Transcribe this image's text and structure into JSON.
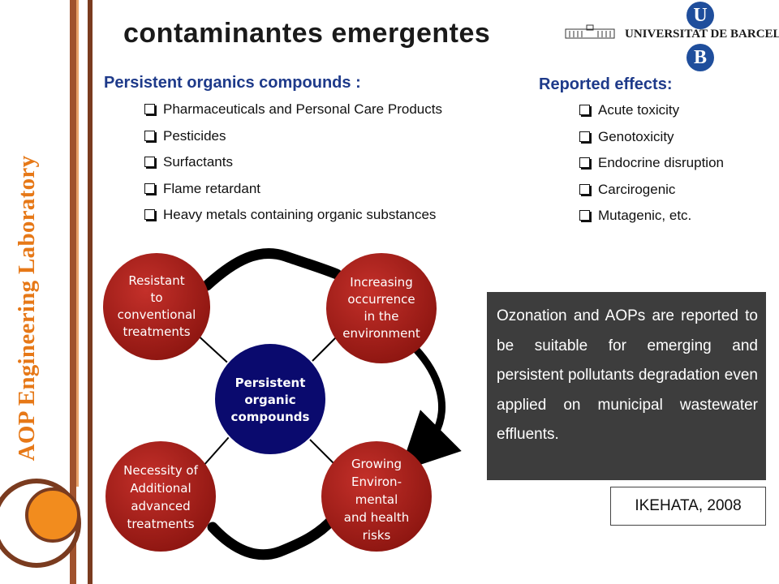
{
  "slide": {
    "title": "contaminantes emergentes",
    "side_title": "AOP Engineering Laboratory"
  },
  "logo": {
    "letter_top": "U",
    "letter_bottom": "B",
    "name": "UNIVERSITAT DE BARCELONA"
  },
  "left_section": {
    "heading": "Persistent organics compounds :",
    "items": [
      "Pharmaceuticals and Personal Care Products",
      "Pesticides",
      "Surfactants",
      "Flame retardant",
      "Heavy metals containing organic substances"
    ]
  },
  "right_section": {
    "heading": "Reported effects:",
    "items": [
      "Acute toxicity",
      "Genotoxicity",
      "Endocrine disruption",
      "Carcirogenic",
      "Mutagenic, etc."
    ]
  },
  "diagram": {
    "center": [
      "Persistent",
      "organic",
      "compounds"
    ],
    "top_left": [
      "Resistant",
      "to",
      "conventional",
      "treatments"
    ],
    "top_right": [
      "Increasing",
      "occurrence",
      "in the",
      "environment"
    ],
    "bottom_left": [
      "Necessity of",
      "Additional",
      "advanced",
      "treatments"
    ],
    "bottom_right": [
      "Growing",
      "Environ-",
      "mental",
      "and health",
      "risks"
    ]
  },
  "textbox": {
    "text": "Ozonation and AOPs are reported to be suitable for emerging and persistent pollutants degradation even applied on municipal wastewater effluents."
  },
  "citation": "IKEHATA, 2008",
  "colors": {
    "accent_orange": "#e67817",
    "heading_blue": "#1e3a8a",
    "circle_red": "#b0211c",
    "center_navy": "#0a0a6e",
    "textbox_bg": "#3d3d3d"
  }
}
